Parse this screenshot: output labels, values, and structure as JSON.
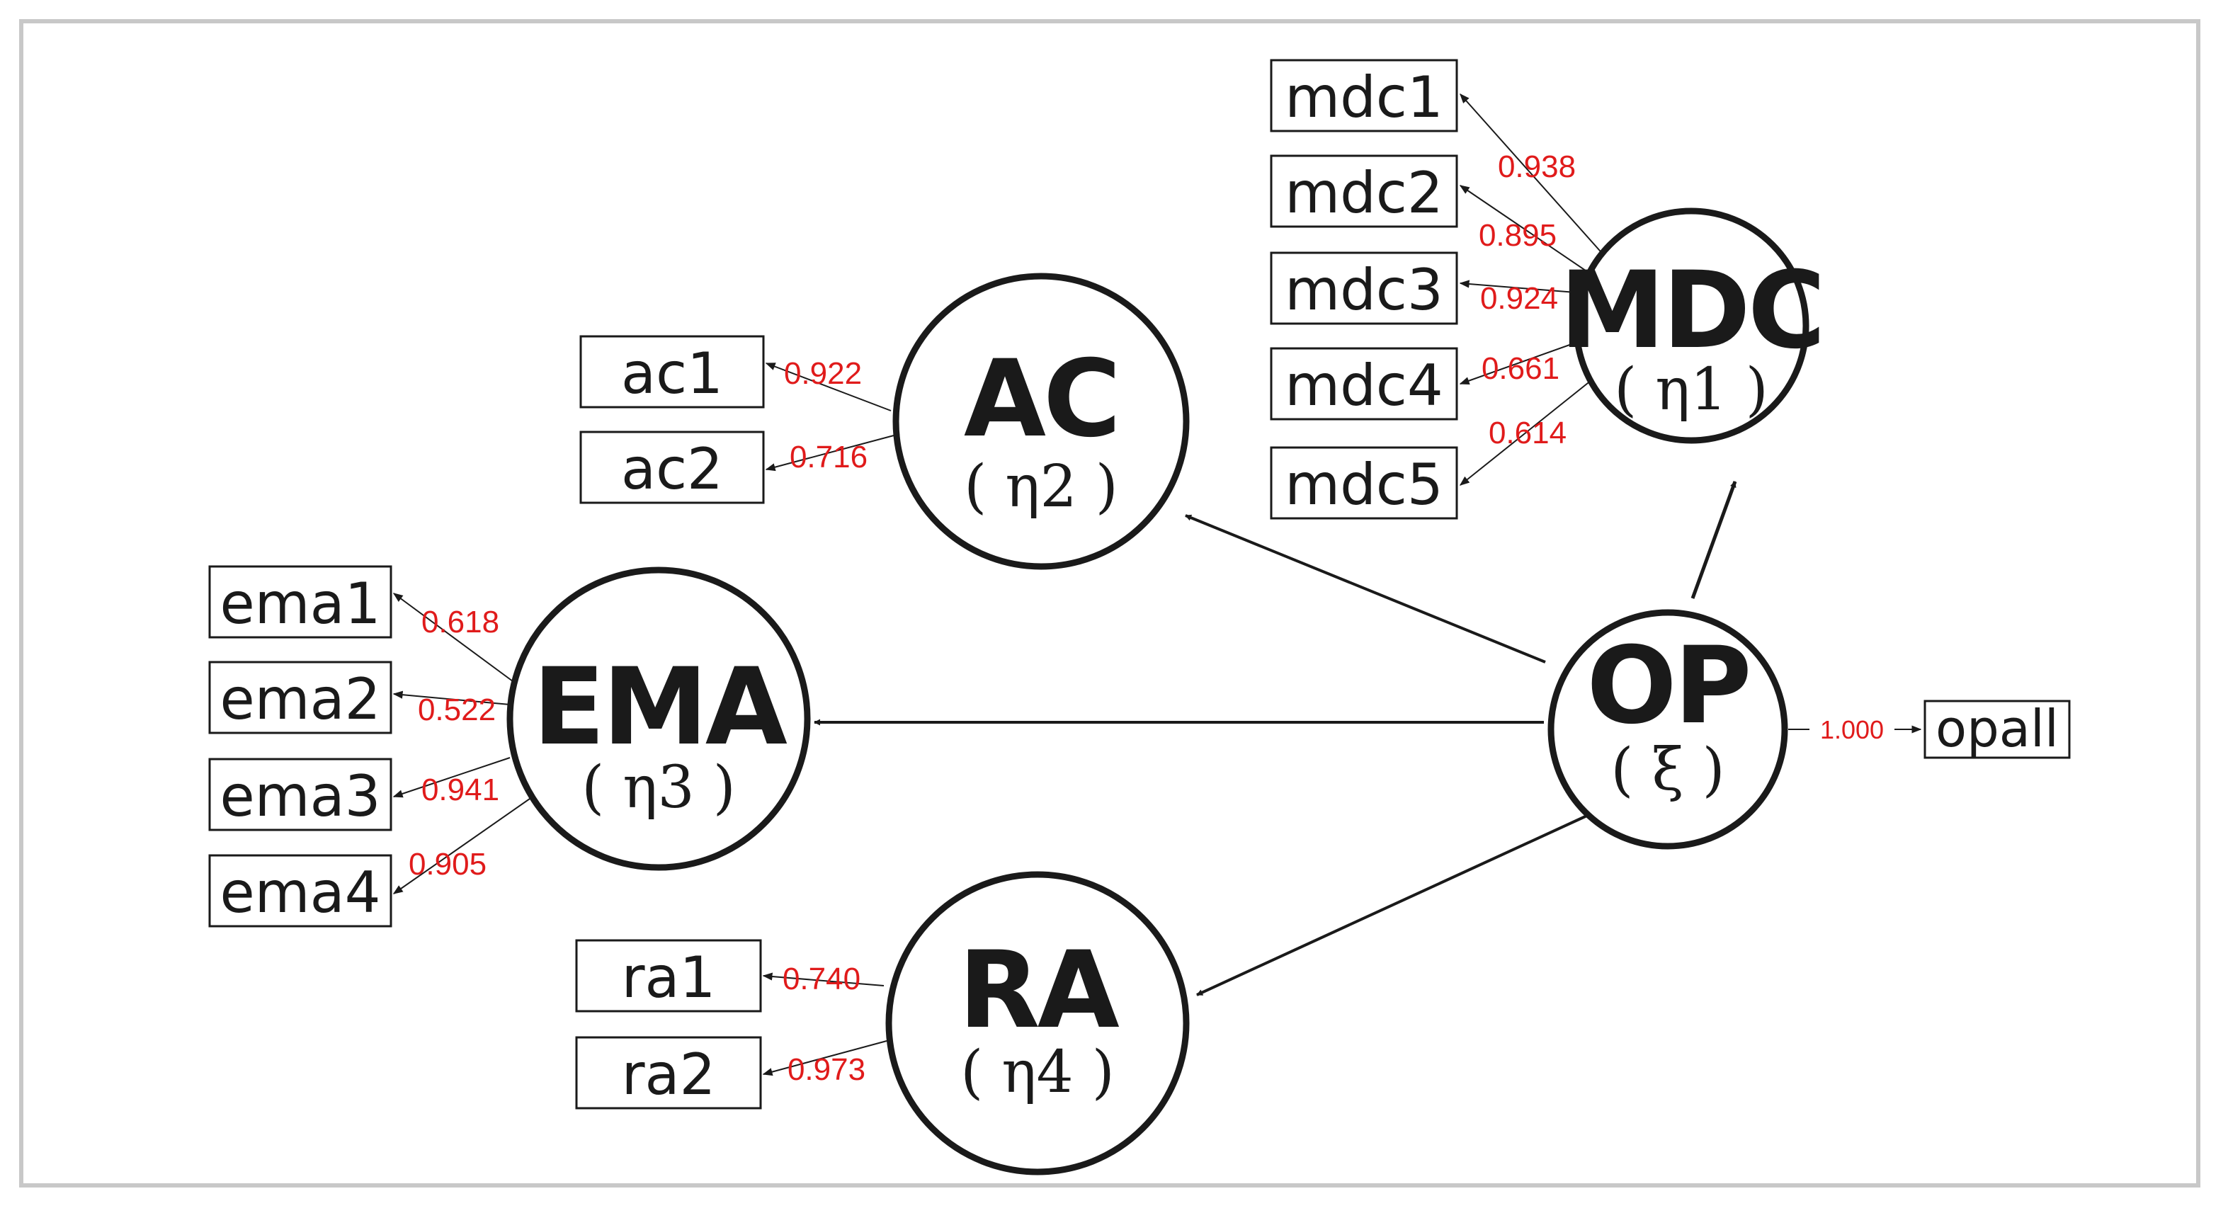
{
  "colors": {
    "coefficient": "#e01b1b",
    "line": "#1a1a1a",
    "frame": "#c8c8c8"
  },
  "latents": {
    "mdc": {
      "name": "MDC",
      "sub": "( η1 )"
    },
    "ac": {
      "name": "AC",
      "sub": "( η2 )"
    },
    "ema": {
      "name": "EMA",
      "sub": "( η3 )"
    },
    "ra": {
      "name": "RA",
      "sub": "( η4 )"
    },
    "op": {
      "name": "OP",
      "sub": "( ξ )"
    }
  },
  "indicators": {
    "mdc1": "mdc1",
    "mdc2": "mdc2",
    "mdc3": "mdc3",
    "mdc4": "mdc4",
    "mdc5": "mdc5",
    "ac1": "ac1",
    "ac2": "ac2",
    "ema1": "ema1",
    "ema2": "ema2",
    "ema3": "ema3",
    "ema4": "ema4",
    "ra1": "ra1",
    "ra2": "ra2",
    "opall": "opall"
  },
  "loadings": {
    "mdc1": "0.938",
    "mdc2": "0.895",
    "mdc3": "0.924",
    "mdc4": "0.661",
    "mdc5": "0.614",
    "ac1": "0.922",
    "ac2": "0.716",
    "ema1": "0.618",
    "ema2": "0.522",
    "ema3": "0.941",
    "ema4": "0.905",
    "ra1": "0.740",
    "ra2": "0.973",
    "opall": "1.000"
  }
}
